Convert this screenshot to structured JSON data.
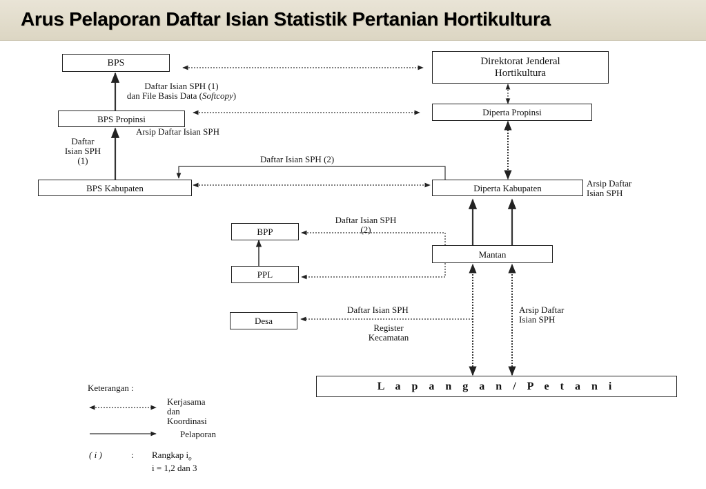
{
  "title": "Arus Pelaporan Daftar Isian Statistik Pertanian Hortikultura",
  "boxes": {
    "bps": "BPS",
    "dirjen_line1": "Direktorat Jenderal",
    "dirjen_line2": "Hortikultura",
    "bps_propinsi": "BPS Propinsi",
    "diperta_propinsi": "Diperta Propinsi",
    "bps_kabupaten": "BPS Kabupaten",
    "diperta_kabupaten": "Diperta Kabupaten",
    "bpp": "BPP",
    "ppl": "PPL",
    "mantan": "Mantan",
    "desa": "Desa",
    "lapangan": "L a p a n g a n / P e t a n i"
  },
  "labels": {
    "sph1_line1": "Daftar Isian SPH (1)",
    "sph1_line2_prefix": "dan File Basis Data (",
    "sph1_line2_italic": "Softcopy",
    "sph1_line2_suffix": ")",
    "arsip_prop": "Arsip  Daftar Isian SPH",
    "left_sph_line1": "Daftar",
    "left_sph_line2": "Isian SPH",
    "left_sph_line3": "(1)",
    "sph2_top": "Daftar Isian SPH (2)",
    "arsip_kab_line1": "Arsip Daftar",
    "arsip_kab_line2": "Isian SPH",
    "bpp_sph_line1": "Daftar Isian SPH",
    "bpp_sph_line2": "(2)",
    "desa_sph": "Daftar Isian SPH",
    "register_line1": "Register",
    "register_line2": "Kecamatan",
    "arsip_lap_line1": "Arsip Daftar",
    "arsip_lap_line2": "Isian SPH"
  },
  "legend": {
    "heading": "Keterangan :",
    "coord_line1": "Kerjasama",
    "coord_line2": "dan",
    "coord_line3": "Koordinasi",
    "report": "Pelaporan",
    "copy_key": "( i )",
    "colon": ":",
    "copy_line1": "Rangkap i",
    "copy_sub": "o",
    "copy_line2": "i = 1,2 dan 3"
  }
}
